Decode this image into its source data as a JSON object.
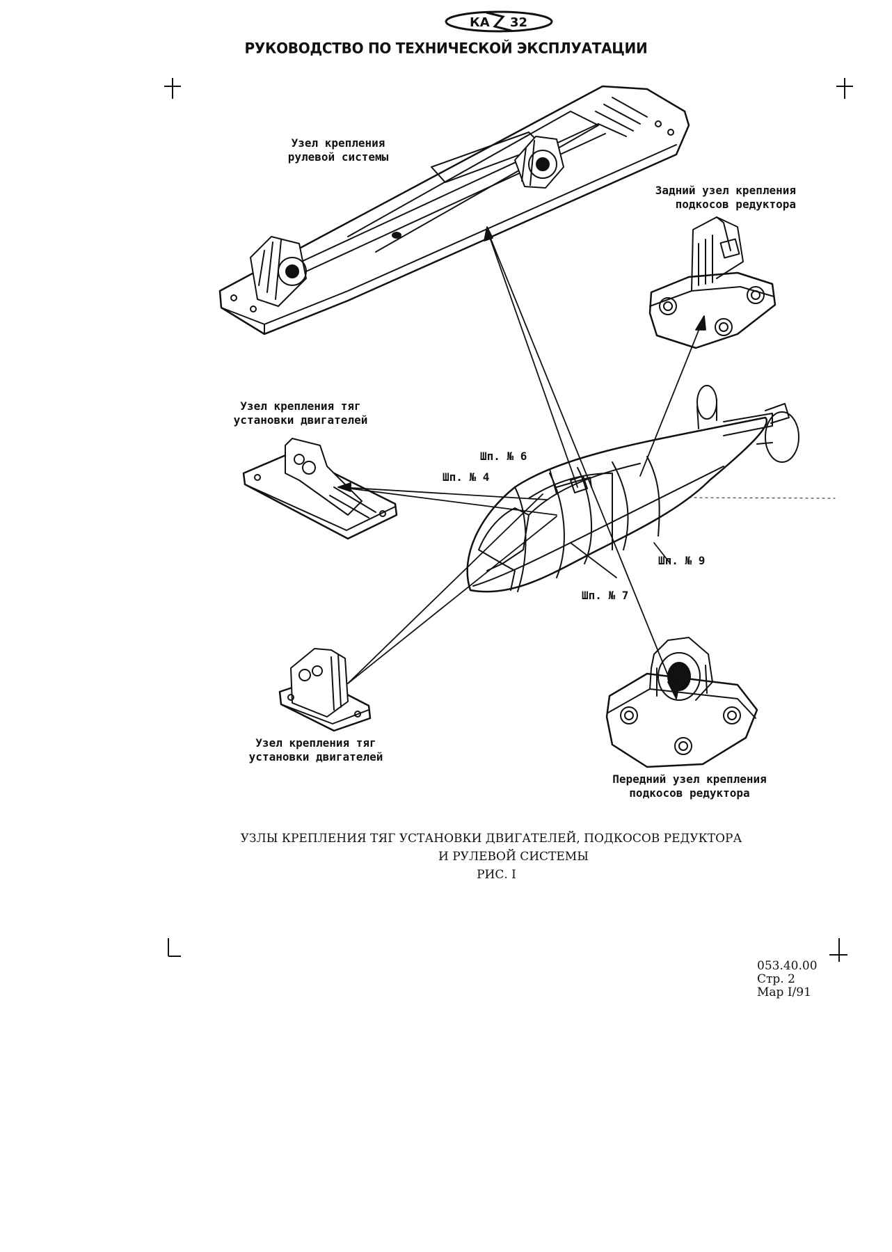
{
  "header": {
    "logo_left": "КА",
    "logo_right": "32",
    "title": "РУКОВОДСТВО ПО ТЕХНИЧЕСКОЙ ЭКСПЛУАТАЦИИ"
  },
  "labels": {
    "steering_mount": [
      "Узел крепления",
      "рулевой системы"
    ],
    "rear_gearbox_mount": [
      "Задний узел крепления",
      "подкосов редуктора"
    ],
    "engine_rod_mount_top": [
      "Узел крепления тяг",
      "установки двигателей"
    ],
    "engine_rod_mount_bottom": [
      "Узел крепления тяг",
      "установки двигателей"
    ],
    "front_gearbox_mount": [
      "Передний узел крепления",
      "подкосов редуктора"
    ],
    "frame_6": "Шп. № 6",
    "frame_4": "Шп. № 4",
    "frame_9": "Шп. № 9",
    "frame_7": "Шп. № 7"
  },
  "caption": {
    "line1": "УЗЛЫ КРЕПЛЕНИЯ ТЯГ УСТАНОВКИ ДВИГАТЕЛЕЙ, ПОДКОСОВ РЕДУКТОРА",
    "line2": "И  РУЛЕВОЙ СИСТЕМЫ",
    "line3": "РИС. I"
  },
  "footer": {
    "doc_number": "053.40.00",
    "page": "Стр. 2",
    "date": "Мар I/91"
  }
}
